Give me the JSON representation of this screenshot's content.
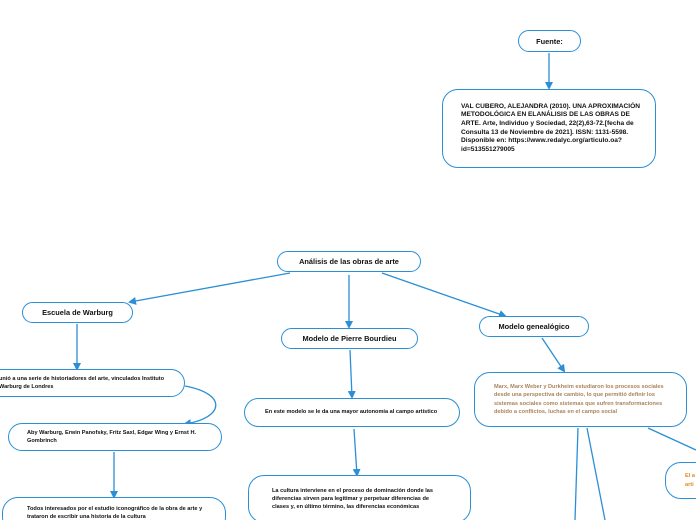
{
  "title": "Análisis de las obras de arte",
  "source": {
    "label": "Fuente:",
    "citation": "VAL CUBERO, ALEJANDRA (2010). UNA APROXIMACIÓN METODOLÓGICA EN ELANÁLISIS DE LAS OBRAS DE ARTE. Arte, Individuo y Sociedad, 22(2),63-72.[fecha de Consulta 13 de Noviembre de 2021]. ISSN: 1131-5598. Disponible en: https://www.redalyc.org/articulo.oa?id=513551279005"
  },
  "branches": {
    "warburg": {
      "label": "Escuela de Warburg",
      "node1": "unió a una serie de historiadores del arte,  vinculados Instituto Warburg de Londres",
      "node2": "Aby Warburg, Erwin Panofsky, Fritz Saxl, Edgar Wing y Ernst H. Gombrinch",
      "node3": "Todos interesados por el estudio iconográfico de la obra de arte y trataron de escribir una historia de la cultura"
    },
    "bourdieu": {
      "label": "Modelo de Pierre Bourdieu",
      "node1": "En este modelo se le da una mayor autonomía al campo artístico",
      "node2": "La cultura interviene en el proceso de dominación donde las diferencias sirven para legitimar y perpetuar diferencias de clases y, en último término, las diferencias económicas"
    },
    "genealogico": {
      "label": "Modelo genealógico",
      "node1": "Marx, Marx Weber y Durkheim estudiaron los procesos sociales desde una perspectiva de cambio, lo que permitió definir los sistemas sociales como sistemas que sufren transformaciones debido a conflictos, luchas en el campo social",
      "node2_partial": "El a cre arti"
    }
  },
  "colors": {
    "edge": "#2b8fd6",
    "text": "#111111",
    "genealogico_text": "#a9845b",
    "partial_text": "#e08a1e"
  }
}
